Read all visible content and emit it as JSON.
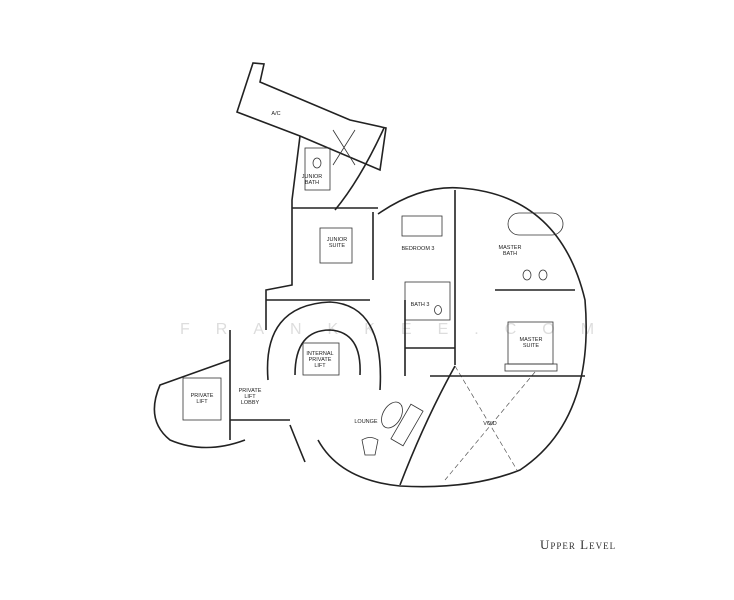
{
  "plan": {
    "title": "Upper Level",
    "watermark": "FRANKKEE.COM",
    "rooms": {
      "ac": "A/C",
      "junior_bath": [
        "JUNIOR",
        "BATH"
      ],
      "junior_suite": [
        "JUNIOR",
        "SUITE"
      ],
      "bedroom3": "BEDROOM 3",
      "master_bath": [
        "MASTER",
        "BATH"
      ],
      "bath3": "BATH 3",
      "master_suite": [
        "MASTER",
        "SUITE"
      ],
      "internal_lift": [
        "INTERNAL",
        "PRIVATE",
        "LIFT"
      ],
      "private_lift": [
        "PRIVATE",
        "LIFT"
      ],
      "lift_lobby": [
        "PRIVATE",
        "LIFT",
        "LOBBY"
      ],
      "lounge": "LOUNGE",
      "void": "VOID"
    }
  }
}
